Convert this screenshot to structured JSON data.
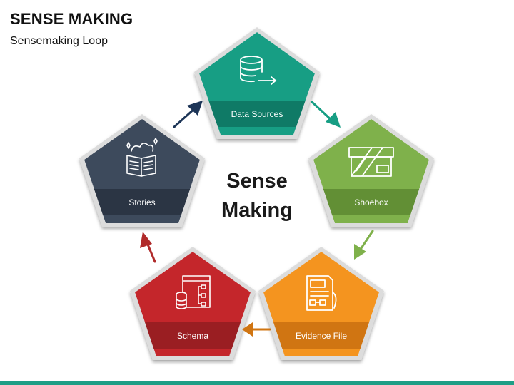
{
  "header": {
    "title": "SENSE MAKING",
    "subtitle": "Sensemaking Loop"
  },
  "center": {
    "line1": "Sense",
    "line2": "Making"
  },
  "nodes": [
    {
      "label": "Data Sources",
      "color": "#179e84",
      "band_color": "#0f7a66",
      "icon": "database-arrow-icon"
    },
    {
      "label": "Shoebox",
      "color": "#7fb14b",
      "band_color": "#628f35",
      "icon": "box-icon"
    },
    {
      "label": "Evidence File",
      "color": "#f4941f",
      "band_color": "#d07512",
      "icon": "document-icon"
    },
    {
      "label": "Schema",
      "color": "#c4262b",
      "band_color": "#9a1e22",
      "icon": "schema-icon"
    },
    {
      "label": "Stories",
      "color": "#3d4a5c",
      "band_color": "#2b3544",
      "icon": "open-book-icon"
    }
  ],
  "arrows": [
    {
      "from": "Stories",
      "to": "Data Sources",
      "color": "#1d3557"
    },
    {
      "from": "Data Sources",
      "to": "Shoebox",
      "color": "#179e84"
    },
    {
      "from": "Shoebox",
      "to": "Evidence File",
      "color": "#7fb14b"
    },
    {
      "from": "Evidence File",
      "to": "Schema",
      "color": "#d07512"
    },
    {
      "from": "Schema",
      "to": "Stories",
      "color": "#b02a2a"
    }
  ],
  "accent_bar_color": "#1e9e86"
}
